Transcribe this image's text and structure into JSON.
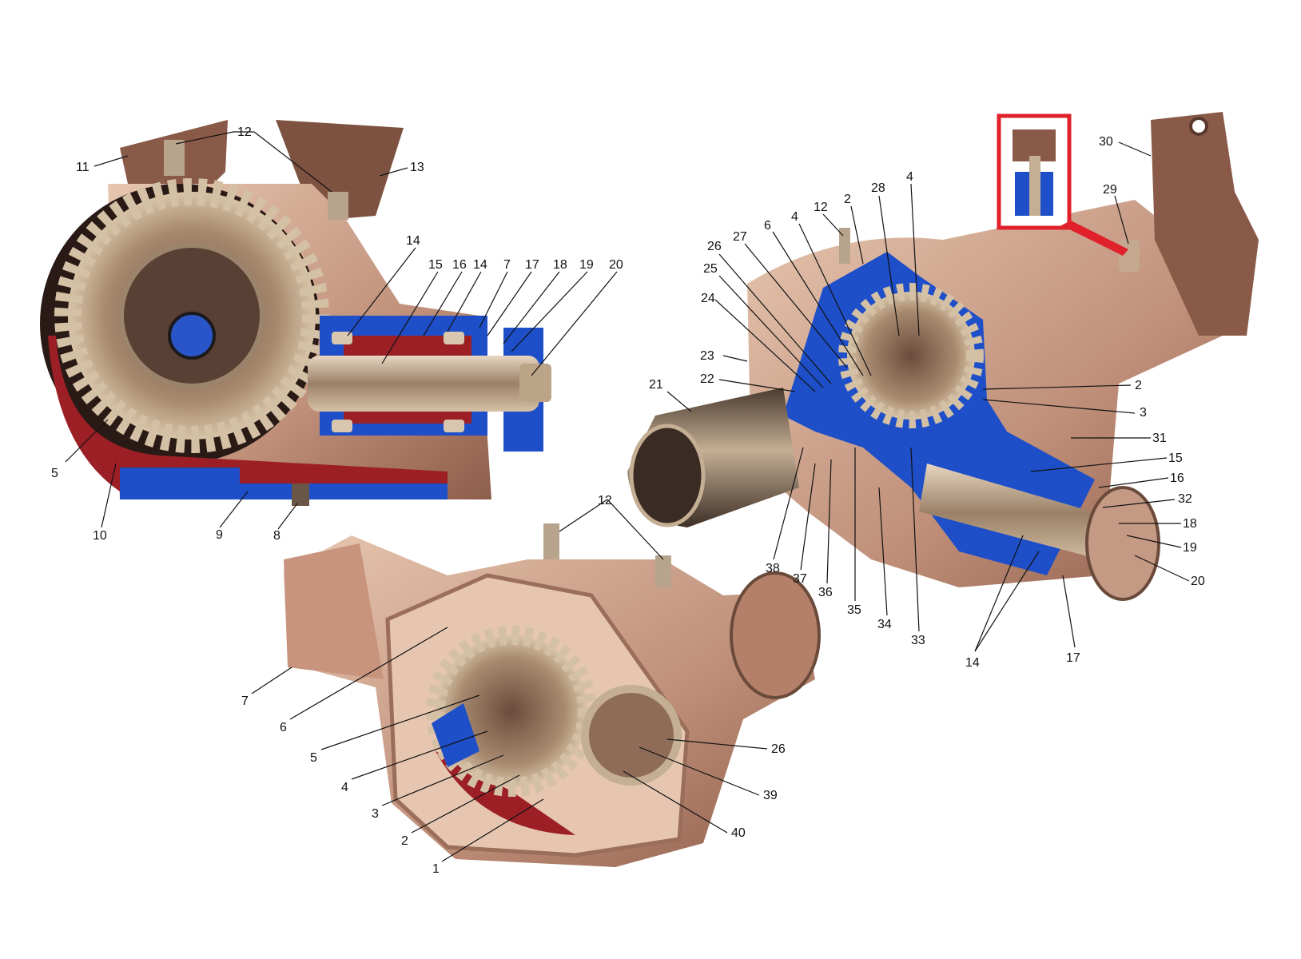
{
  "colors": {
    "background": "#ffffff",
    "housing": "#c89a82",
    "housing_dark": "#8a5a48",
    "section_blue": "#1e4fc8",
    "oil_red": "#9c1f26",
    "gear": "#c8b49a",
    "shaft": "#b49a80",
    "inset_border": "#e0202a"
  },
  "icons": {
    "leader_lines": "callout-leader-line",
    "inset_frame": "red-rectangle-frame"
  },
  "callouts": {
    "top_left": [
      "12",
      "11",
      "13",
      "14",
      "15",
      "16",
      "14",
      "7",
      "17",
      "18",
      "19",
      "20",
      "5",
      "10",
      "9",
      "8"
    ],
    "right": [
      "30",
      "29",
      "12",
      "2",
      "28",
      "4",
      "27",
      "6",
      "4",
      "26",
      "25",
      "24",
      "23",
      "22",
      "21",
      "2",
      "3",
      "31",
      "15",
      "16",
      "32",
      "18",
      "19",
      "20",
      "38",
      "37",
      "36",
      "35",
      "34",
      "33",
      "14",
      "17"
    ],
    "bottom": [
      "12",
      "7",
      "6",
      "5",
      "4",
      "3",
      "2",
      "1",
      "26",
      "39",
      "40"
    ]
  }
}
